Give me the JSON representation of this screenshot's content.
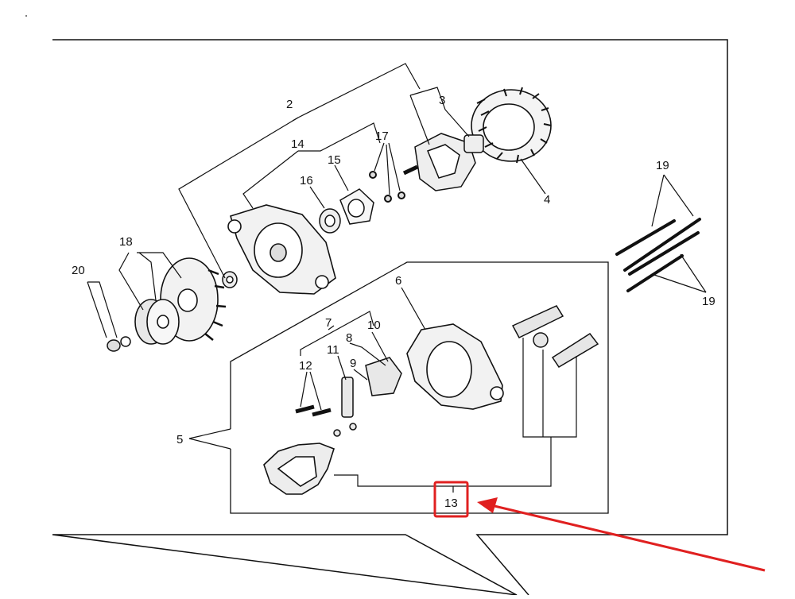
{
  "diagram": {
    "callouts": [
      {
        "id": "c1",
        "label": "2"
      },
      {
        "id": "c2",
        "label": "3"
      },
      {
        "id": "c3",
        "label": "4"
      },
      {
        "id": "c4",
        "label": "5"
      },
      {
        "id": "c5",
        "label": "6"
      },
      {
        "id": "c6",
        "label": "7"
      },
      {
        "id": "c7",
        "label": "8"
      },
      {
        "id": "c8",
        "label": "9"
      },
      {
        "id": "c9",
        "label": "10"
      },
      {
        "id": "c10",
        "label": "11"
      },
      {
        "id": "c11",
        "label": "12"
      },
      {
        "id": "c12",
        "label": "13"
      },
      {
        "id": "c13",
        "label": "14"
      },
      {
        "id": "c14",
        "label": "15"
      },
      {
        "id": "c15",
        "label": "16"
      },
      {
        "id": "c16",
        "label": "17"
      },
      {
        "id": "c17",
        "label": "18"
      },
      {
        "id": "c18",
        "label": "19"
      },
      {
        "id": "c19",
        "label": "19"
      },
      {
        "id": "c20",
        "label": "20"
      }
    ],
    "highlight": {
      "label": "13",
      "color": "#e02020"
    },
    "line_color": "#111111"
  }
}
